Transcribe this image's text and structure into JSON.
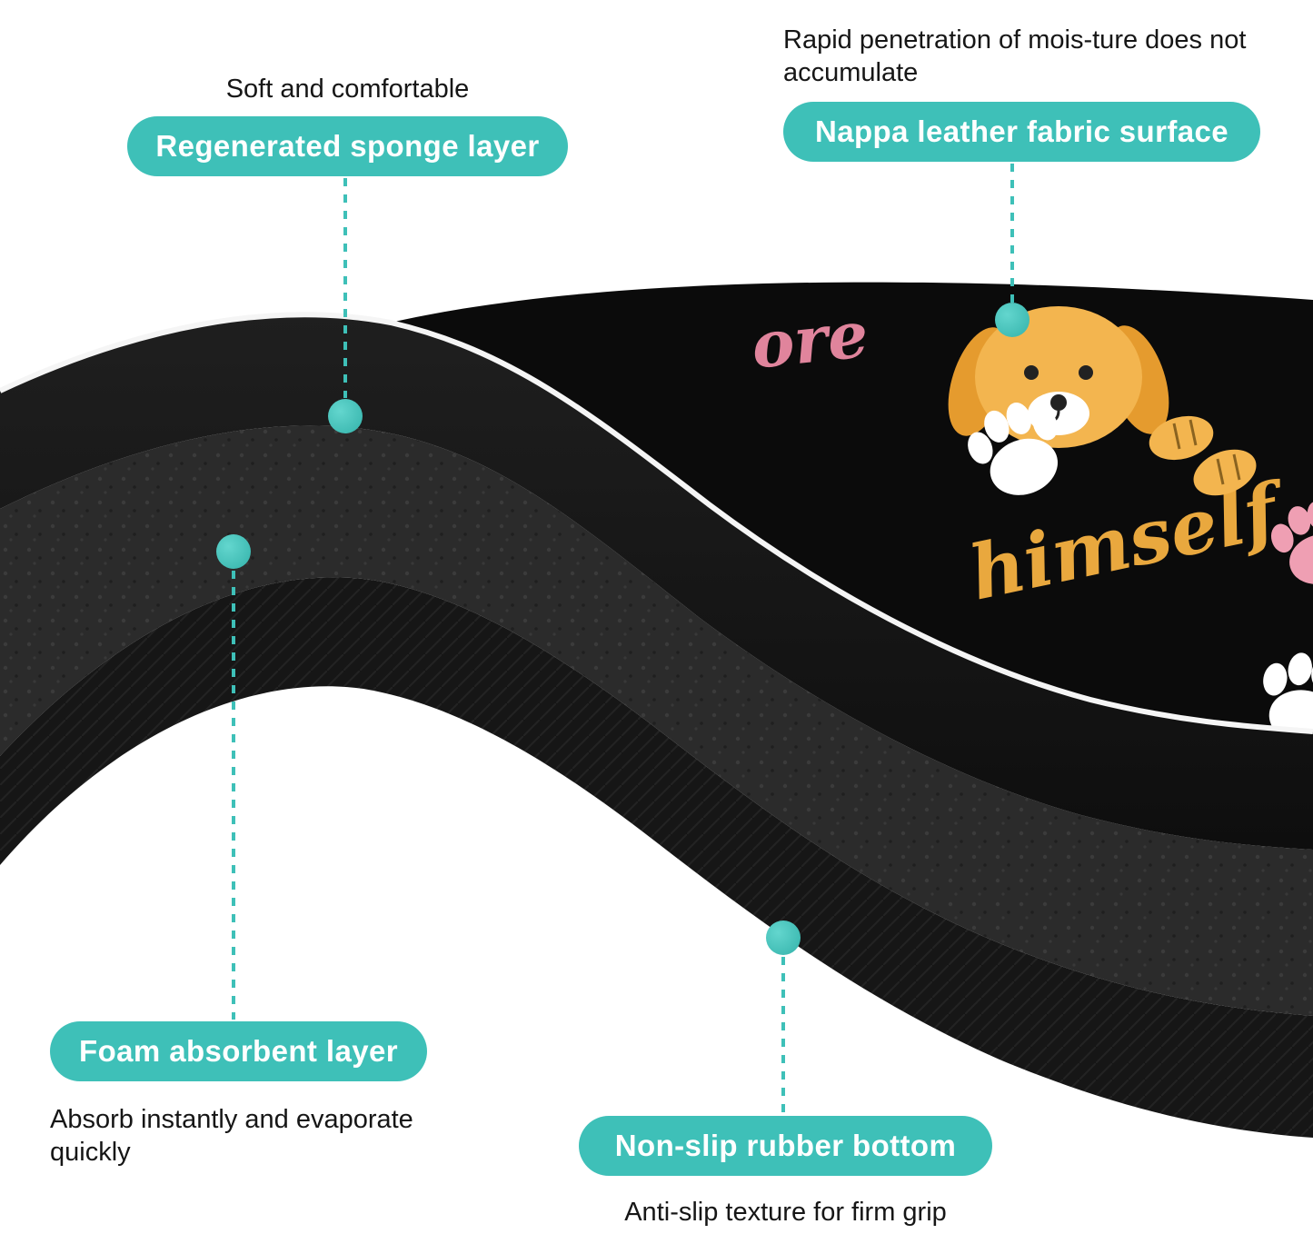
{
  "colors": {
    "accent_teal": "#3EC0B8",
    "mat_black": "#0B0B0B",
    "print_pink": "#E0849C",
    "print_yellow": "#E9A83E",
    "note_text": "#161616",
    "pill_text": "#FFFFFF"
  },
  "callouts": {
    "sponge": {
      "note": "Soft and comfortable",
      "label": "Regenerated sponge layer"
    },
    "leather": {
      "note": "Rapid penetration of mois-ture does not accumulate",
      "label": "Nappa leather fabric surface"
    },
    "foam": {
      "label": "Foam absorbent layer",
      "note": "Absorb instantly and evaporate quickly"
    },
    "rubber": {
      "label": "Non-slip rubber bottom",
      "note": "Anti-slip texture for firm grip"
    }
  },
  "mat_print": {
    "word_top": "ore",
    "word_main": "himself",
    "icons": [
      "paw-print-icon",
      "dog-illustration"
    ]
  }
}
